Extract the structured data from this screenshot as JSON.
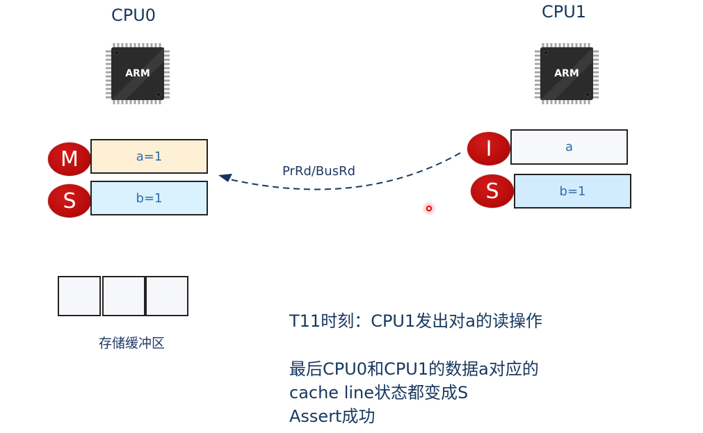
{
  "cpus": [
    {
      "title": "CPU0",
      "chip_label": "ARM",
      "chip_icon": "arm-processor-chip",
      "lines": [
        {
          "state": "M",
          "value": "a=1",
          "fill": "#fdf0d5"
        },
        {
          "state": "S",
          "value": "b=1",
          "fill": "#d9f2fd"
        }
      ]
    },
    {
      "title": "CPU1",
      "chip_label": "ARM",
      "chip_icon": "arm-processor-chip",
      "lines": [
        {
          "state": "I",
          "value": "a",
          "fill": "#f7f8fb"
        },
        {
          "state": "S",
          "value": "b=1",
          "fill": "#d2ecfd"
        }
      ]
    }
  ],
  "arrow": {
    "label": "PrRd/BusRd",
    "direction": "CPU1 -> CPU0",
    "style": "dashed"
  },
  "store_buffer": {
    "label": "存储缓冲区",
    "cells": [
      "",
      "",
      ""
    ]
  },
  "notes": {
    "line1": "T11时刻：CPU1发出对a的读操作",
    "line2": "最后CPU0和CPU1的数据a对应的",
    "line3": "cache line状态都变成S",
    "line4": "Assert成功"
  },
  "colors": {
    "state_badge": "#c00000",
    "text": "#17375e",
    "cell_text": "#2e6ca8",
    "pointer": "#ff0000"
  }
}
